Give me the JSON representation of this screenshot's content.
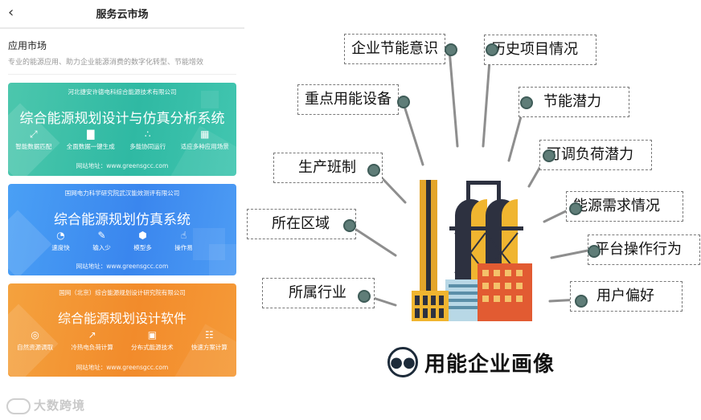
{
  "header": {
    "back_icon": "chevron-left-icon",
    "title": "服务云市场"
  },
  "section": {
    "title": "应用市场",
    "subtitle": "专业的能源应用、助力企业能源消费的数字化转型、节能增效"
  },
  "cards": [
    {
      "company": "河北捷安许德电科综合能源技术有限公司",
      "title": "综合能源规划设计与仿真分析系统",
      "features": [
        {
          "icon": "share-icon",
          "label": "智能数据匹配"
        },
        {
          "icon": "bar-chart-icon",
          "label": "全面数据一键生成"
        },
        {
          "icon": "network-icon",
          "label": "多能协同运行"
        },
        {
          "icon": "grid-icon",
          "label": "适应多种应用场景"
        }
      ],
      "url": "网站地址：www.greensgcc.com",
      "color": "#3dbfa8"
    },
    {
      "company": "国网电力科学研究院武汉能效测评有限公司",
      "title": "综合能源规划仿真系统",
      "features": [
        {
          "icon": "speed-icon",
          "label": "速度快"
        },
        {
          "icon": "edit-icon",
          "label": "输入少"
        },
        {
          "icon": "cube-icon",
          "label": "模型多"
        },
        {
          "icon": "pointer-icon",
          "label": "操作易"
        }
      ],
      "url": "网站地址：www.greensgcc.com",
      "color": "#3f8ef0"
    },
    {
      "company": "国网（北京）综合能源规划设计研究院有限公司",
      "title": "综合能源规划设计软件",
      "features": [
        {
          "icon": "basketball-icon",
          "label": "自然资源调取"
        },
        {
          "icon": "line-chart-icon",
          "label": "冷热电负荷计算"
        },
        {
          "icon": "monitor-icon",
          "label": "分布式能源技术"
        },
        {
          "icon": "document-icon",
          "label": "快速方案计算"
        }
      ],
      "url": "网站地址：www.greensgcc.com",
      "color": "#f39532"
    }
  ],
  "watermark": "大数跨境",
  "diagram": {
    "labels": {
      "awareness": "企业节能意识",
      "history": "历史项目情况",
      "equipment": "重点用能设备",
      "potential": "节能潜力",
      "shift": "生产班制",
      "load": "可调负荷潜力",
      "region": "所在区域",
      "demand": "能源需求情况",
      "platform": "平台操作行为",
      "industry": "所属行业",
      "preference": "用户偏好"
    },
    "caption": "用能企业画像",
    "caption_icon": "people-icon",
    "center_icon": "factory-icon",
    "dot_color": "#5f7d78"
  }
}
